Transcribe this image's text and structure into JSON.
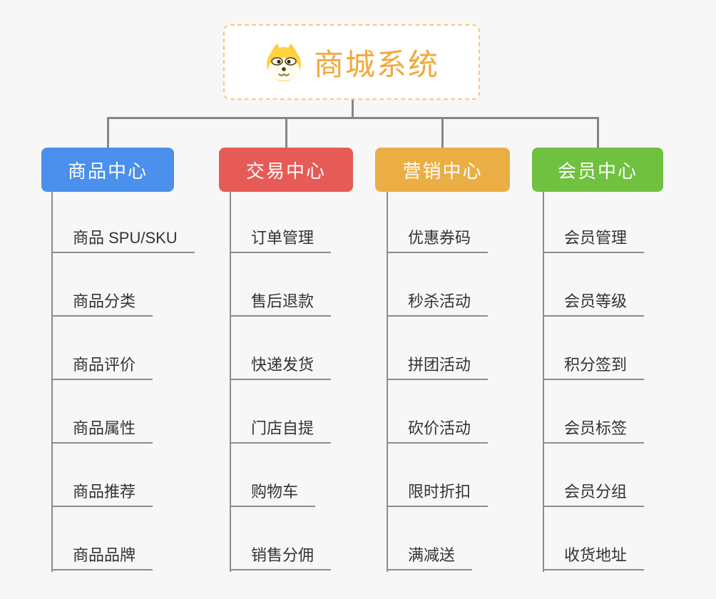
{
  "root": {
    "title": "商城系统",
    "icon": "dog-face-icon"
  },
  "branches": [
    {
      "label": "商品中心",
      "color": "#4a90ec",
      "children": [
        "商品 SPU/SKU",
        "商品分类",
        "商品评价",
        "商品属性",
        "商品推荐",
        "商品品牌"
      ]
    },
    {
      "label": "交易中心",
      "color": "#e65b55",
      "children": [
        "订单管理",
        "售后退款",
        "快递发货",
        "门店自提",
        "购物车",
        "销售分佣"
      ]
    },
    {
      "label": "营销中心",
      "color": "#ebae44",
      "children": [
        "优惠券码",
        "秒杀活动",
        "拼团活动",
        "砍价活动",
        "限时折扣",
        "满减送"
      ]
    },
    {
      "label": "会员中心",
      "color": "#6fc13f",
      "children": [
        "会员管理",
        "会员等级",
        "积分签到",
        "会员标签",
        "会员分组",
        "收货地址"
      ]
    }
  ],
  "colors": {
    "root_text": "#f1a83b",
    "root_border": "#f6c97e",
    "connector": "#868686",
    "underline": "#8d8d8d",
    "leaf_text": "#333333",
    "background": "#f7f7f7"
  }
}
